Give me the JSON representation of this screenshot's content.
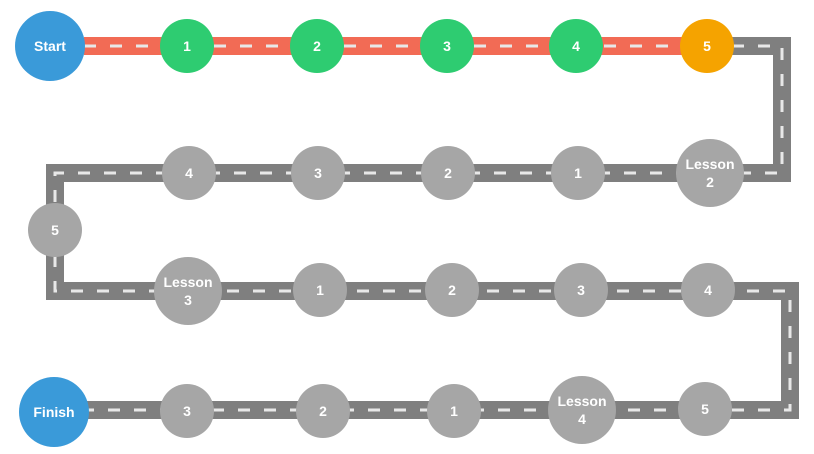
{
  "colors": {
    "start_finish": "#3a9ad9",
    "completed": "#2ecc71",
    "current": "#f5a300",
    "locked": "#a6a6a6",
    "road_done": "#f26b55",
    "road_todo": "#7f7f7f",
    "dash": "#e8e8e8",
    "text": "#ffffff"
  },
  "nodes": {
    "start": "Start",
    "finish": "Finish",
    "r1": [
      "1",
      "2",
      "3",
      "4",
      "5"
    ],
    "r2_lesson_line1": "Lesson",
    "r2_lesson_line2": "2",
    "r2": [
      "1",
      "2",
      "3",
      "4"
    ],
    "side_left": "5",
    "r3_lesson_line1": "Lesson",
    "r3_lesson_line2": "3",
    "r3": [
      "1",
      "2",
      "3",
      "4"
    ],
    "r4_lesson_line1": "Lesson",
    "r4_lesson_line2": "4",
    "r4": [
      "5",
      "1",
      "2",
      "3"
    ]
  }
}
